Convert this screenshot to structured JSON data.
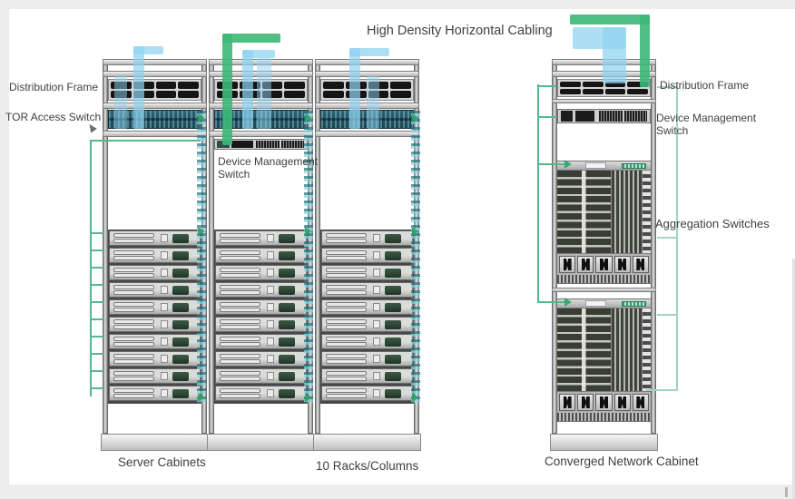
{
  "title": "High Density Horizontal Cabling",
  "labels": {
    "server_rack_distribution_frame": "Distribution Frame",
    "tor_access_switch": "TOR Access Switch",
    "server_rack_device_management_switch": "Device Management Switch",
    "converged_distribution_frame": "Distribution Frame",
    "converged_device_management_switch": "Device Management Switch",
    "aggregation_switches": "Aggregation Switches",
    "caption_server_cabinets": "Server Cabinets",
    "caption_racks_columns": "10 Racks/Columns",
    "caption_converged_cabinet": "Converged Network Cabinet"
  },
  "diagram": {
    "server_rack_count": 3,
    "servers_per_rack": 10,
    "distribution_slots_per_frame": 8,
    "aggregation_chassis_count": 2,
    "psu_modules_per_chassis": 5,
    "colors": {
      "cable_green": "#3cb878",
      "cable_blue": "#8ed2f0",
      "cable_teal": "#53b88a",
      "cable_teal_light": "#9fd4c8",
      "tor_switch": "#2c6273"
    }
  }
}
